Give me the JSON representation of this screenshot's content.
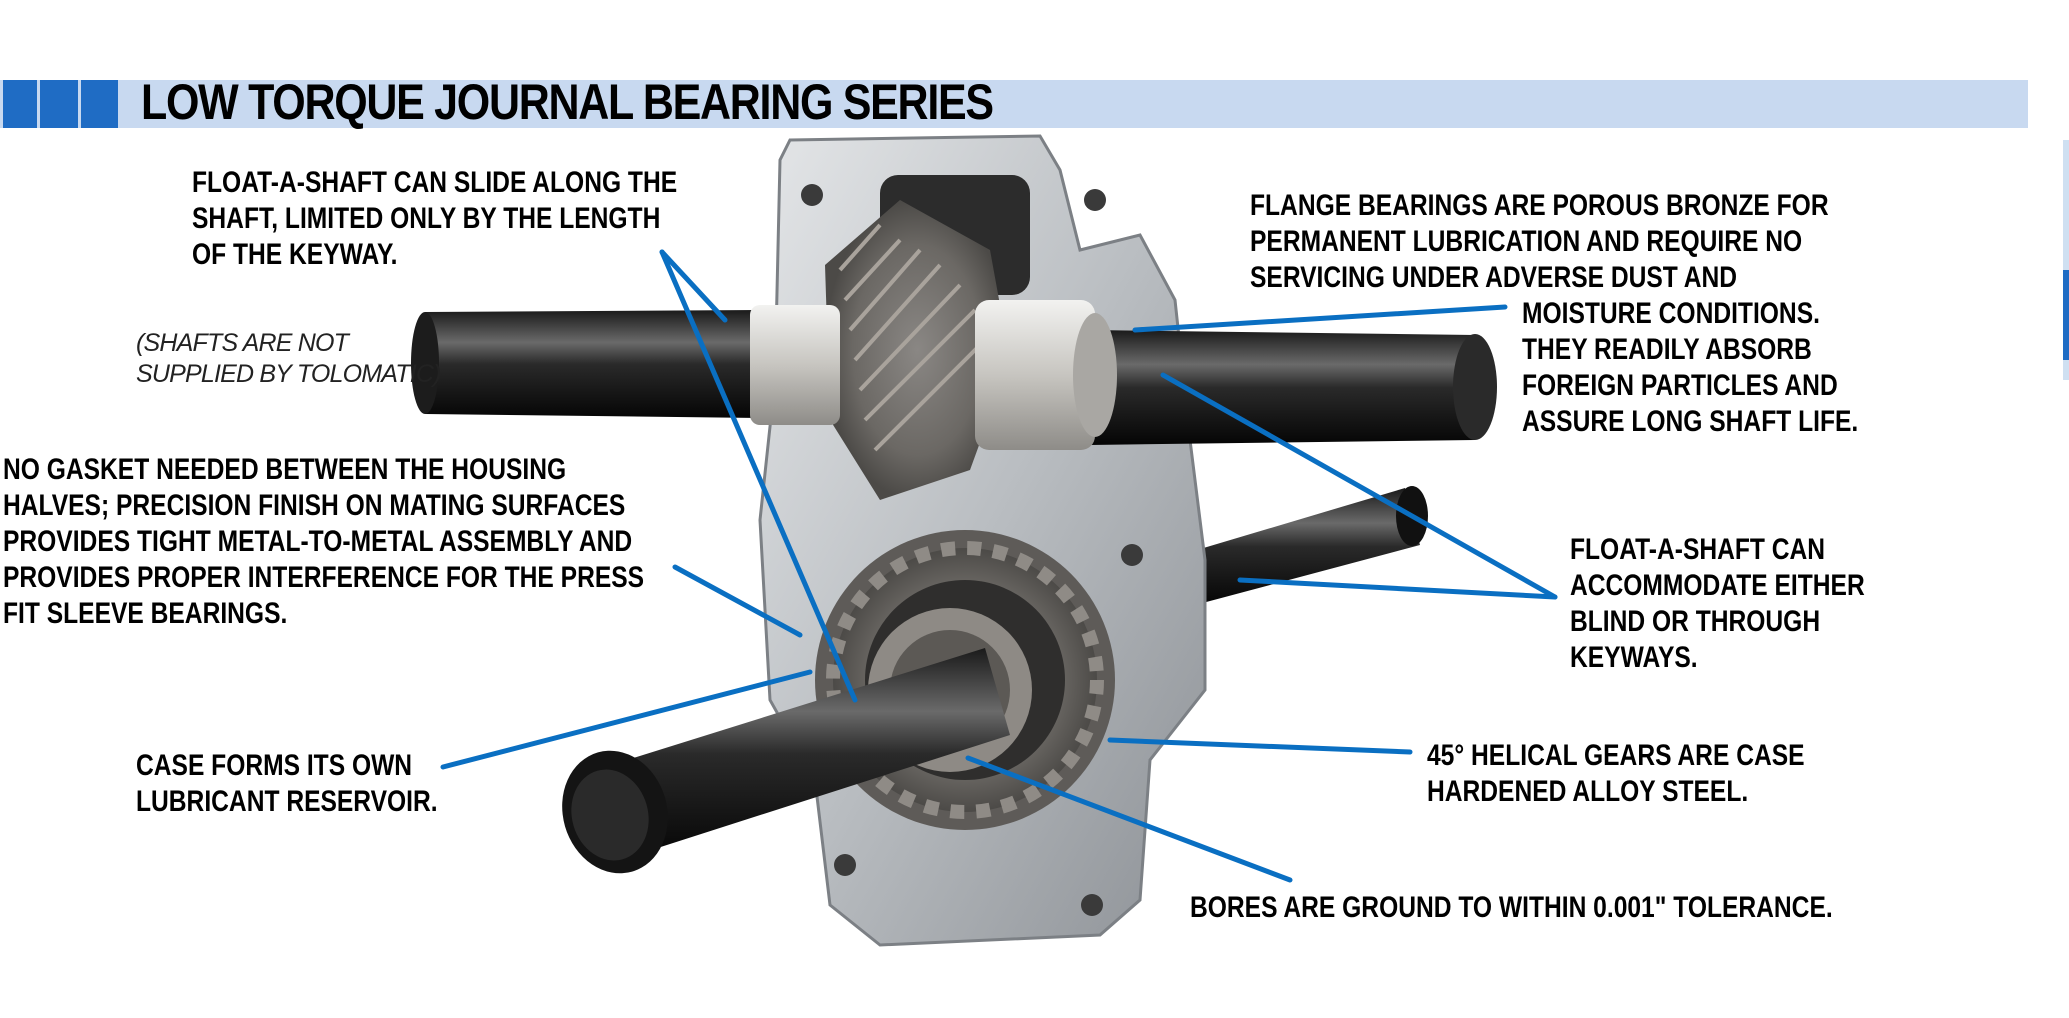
{
  "header": {
    "title": "LOW TORQUE JOURNAL BEARING SERIES",
    "accent_color": "#1f6cc4",
    "band_color": "#c8d9f0"
  },
  "figure": {
    "subject": "gearbox-cutaway",
    "leader_color": "#0a6fc2"
  },
  "callouts": {
    "float_slide": "FLOAT-A-SHAFT CAN SLIDE ALONG THE\nSHAFT, LIMITED ONLY BY THE LENGTH\nOF THE KEYWAY.",
    "shafts_note": "(SHAFTS ARE NOT\nSUPPLIED BY TOLOMATIC)",
    "no_gasket": "NO GASKET NEEDED BETWEEN THE HOUSING\nHALVES; PRECISION FINISH ON MATING SURFACES\nPROVIDES TIGHT METAL-TO-METAL ASSEMBLY AND\nPROVIDES PROPER INTERFERENCE FOR THE PRESS\nFIT SLEEVE BEARINGS.",
    "reservoir": "CASE FORMS ITS OWN\nLUBRICANT RESERVOIR.",
    "flange_top": "FLANGE BEARINGS ARE POROUS BRONZE FOR\nPERMANENT LUBRICATION AND REQUIRE NO\nSERVICING UNDER ADVERSE DUST AND",
    "flange_bottom": "MOISTURE CONDITIONS.\nTHEY READILY ABSORB\nFOREIGN PARTICLES AND\nASSURE LONG SHAFT LIFE.",
    "float_keyways": "FLOAT-A-SHAFT CAN\nACCOMMODATE EITHER\nBLIND OR THROUGH\nKEYWAYS.",
    "helical": "45° HELICAL GEARS ARE CASE\nHARDENED ALLOY STEEL.",
    "bores": "BORES ARE GROUND TO WITHIN 0.001\" TOLERANCE."
  }
}
